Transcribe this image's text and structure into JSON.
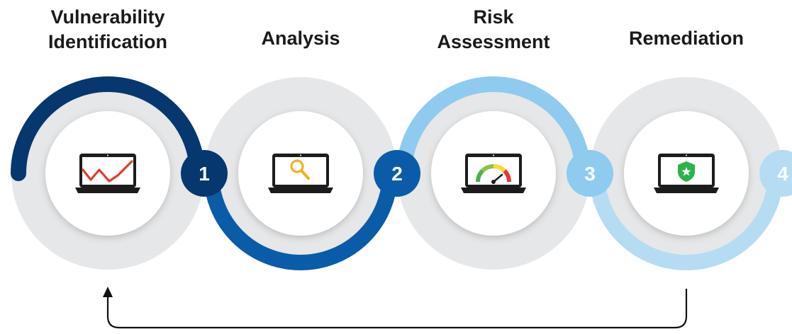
{
  "steps": [
    {
      "title": "Vulnerability\nIdentification",
      "number": "1",
      "icon": "laptop-trend-chart-icon",
      "color": "#06376e"
    },
    {
      "title": "Analysis",
      "number": "2",
      "icon": "laptop-magnifier-icon",
      "color": "#0a5ca8"
    },
    {
      "title": "Risk\nAssessment",
      "number": "3",
      "icon": "laptop-gauge-icon",
      "color": "#8ecbef"
    },
    {
      "title": "Remediation",
      "number": "4",
      "icon": "laptop-shield-icon",
      "color": "#b5dcf3"
    }
  ],
  "colors": {
    "ring_background": "#e6e7e8",
    "inner_circle": "#ffffff",
    "feedback_arrow": "#111111"
  }
}
